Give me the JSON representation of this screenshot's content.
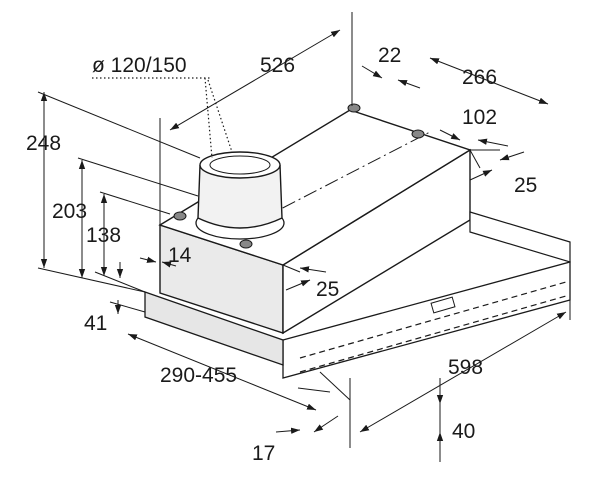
{
  "diagram": {
    "dimensions": {
      "duct_diameter": "ø 120/150",
      "depth_526": "526",
      "offset_22": "22",
      "width_266": "266",
      "offset_102": "102",
      "right_25": "25",
      "height_248": "248",
      "height_203": "203",
      "height_138": "138",
      "inset_14": "14",
      "front_25": "25",
      "front_41": "41",
      "extension_range": "290-455",
      "width_598": "598",
      "edge_40": "40",
      "edge_17": "17"
    }
  }
}
